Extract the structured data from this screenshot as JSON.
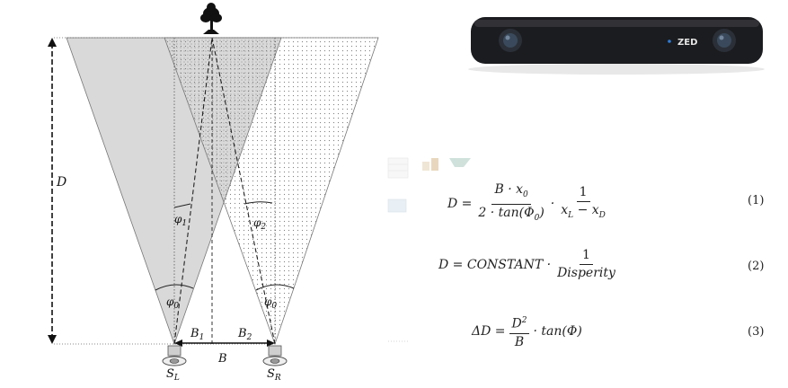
{
  "diagram": {
    "labels": {
      "depth": "D",
      "angle_left": "φ",
      "angle_left_sub": "1",
      "angle_right": "φ",
      "angle_right_sub": "2",
      "fov_left": "φ",
      "fov_left_sub": "0",
      "fov_right": "φ",
      "fov_right_sub": "0",
      "b1": "B",
      "b1_sub": "1",
      "b2": "B",
      "b2_sub": "2",
      "baseline": "B",
      "sensor_left": "S",
      "sensor_left_sub": "L",
      "sensor_right": "S",
      "sensor_right_sub": "R"
    },
    "colors": {
      "left_fov_fill": "#d9d9d9",
      "right_fov_dots": "#7f7f7f",
      "camera_body": "#1b1c1f",
      "camera_lens": "#3a4a5c",
      "camera_led": "#2f7bd8"
    },
    "icons": [
      "tree-icon",
      "camera-sensor-icon"
    ]
  },
  "camera": {
    "brand": "ZED"
  },
  "equations": {
    "eq1": {
      "lhs": "D =",
      "frac1_num": "B · x",
      "frac1_num_sub": "0",
      "frac1_den_a": "2 · tan(Φ",
      "frac1_den_sub": "0",
      "frac1_den_b": ")",
      "dot": "·",
      "frac2_num": "1",
      "frac2_den_a": "x",
      "frac2_den_sub_a": "L",
      "frac2_den_mid": " − x",
      "frac2_den_sub_b": "D",
      "number": "(1)"
    },
    "eq2": {
      "lhs": "D = CONSTANT ·",
      "frac_num": "1",
      "frac_den": "Disperity",
      "number": "(2)"
    },
    "eq3": {
      "lhs": "ΔD =",
      "frac_num": "D",
      "frac_num_sup": "2",
      "frac_den": "B",
      "rhs": "· tan(Φ)",
      "number": "(3)"
    }
  }
}
